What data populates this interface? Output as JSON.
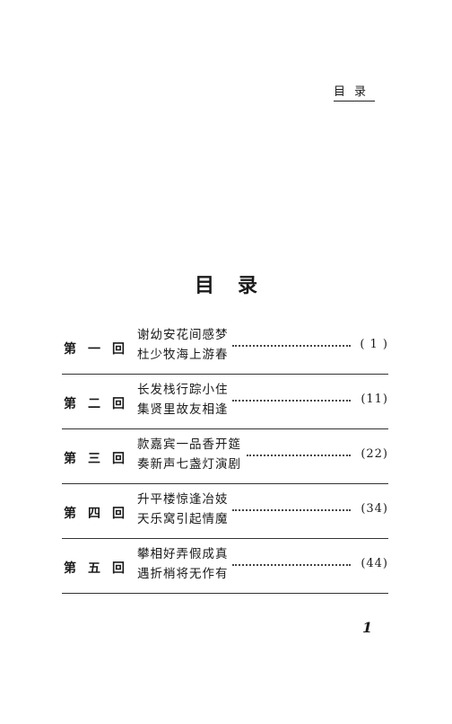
{
  "header": {
    "running_title": "目录"
  },
  "title": "目录",
  "entries": [
    {
      "ch": [
        "第",
        "一",
        "回"
      ],
      "line1": "谢幼安花间感梦",
      "line2": "杜少牧海上游春",
      "page": "( 1 )"
    },
    {
      "ch": [
        "第",
        "二",
        "回"
      ],
      "line1": "长发栈行踪小住",
      "line2": "集贤里故友相逢",
      "page": "(11)"
    },
    {
      "ch": [
        "第",
        "三",
        "回"
      ],
      "line1": "款嘉宾一品香开筵",
      "line2": "奏新声七盏灯演剧",
      "page": "(22)"
    },
    {
      "ch": [
        "第",
        "四",
        "回"
      ],
      "line1": "升平楼惊逢冶妓",
      "line2": "天乐窝引起情魔",
      "page": "(34)"
    },
    {
      "ch": [
        "第",
        "五",
        "回"
      ],
      "line1": "攀相好弄假成真",
      "line2": "遇折梢将无作有",
      "page": "(44)"
    }
  ],
  "folio": "1"
}
